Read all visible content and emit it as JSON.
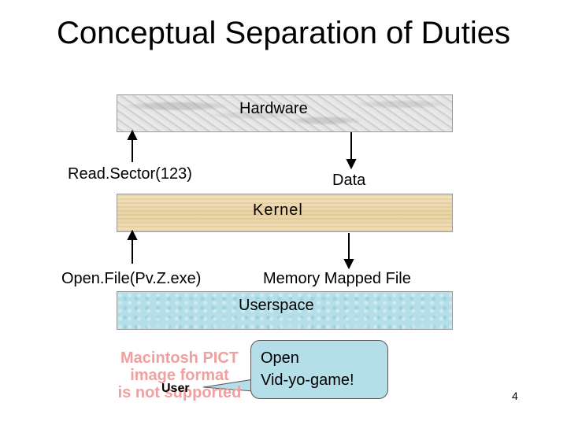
{
  "title": "Conceptual Separation of Duties",
  "layers": {
    "hardware": "Hardware",
    "kernel": "Kernel",
    "userspace": "Userspace"
  },
  "calls": {
    "read_sector": "Read.Sector(123)",
    "data": "Data",
    "open_file": "Open.File(Pv.Z.exe)",
    "memory_mapped": "Memory Mapped File"
  },
  "placeholder_image": {
    "line1": "Macintosh PICT",
    "line2": "image format",
    "line3": "is not supported"
  },
  "user_label": "User",
  "callout": {
    "line1": "Open",
    "line2": "Vid-yo-game!"
  },
  "page_number": "4",
  "colors": {
    "hardware": "#dcdcdc",
    "kernel": "#efdcb4",
    "userspace": "#b4dfe9",
    "pict_text": "#f0a0a0"
  }
}
